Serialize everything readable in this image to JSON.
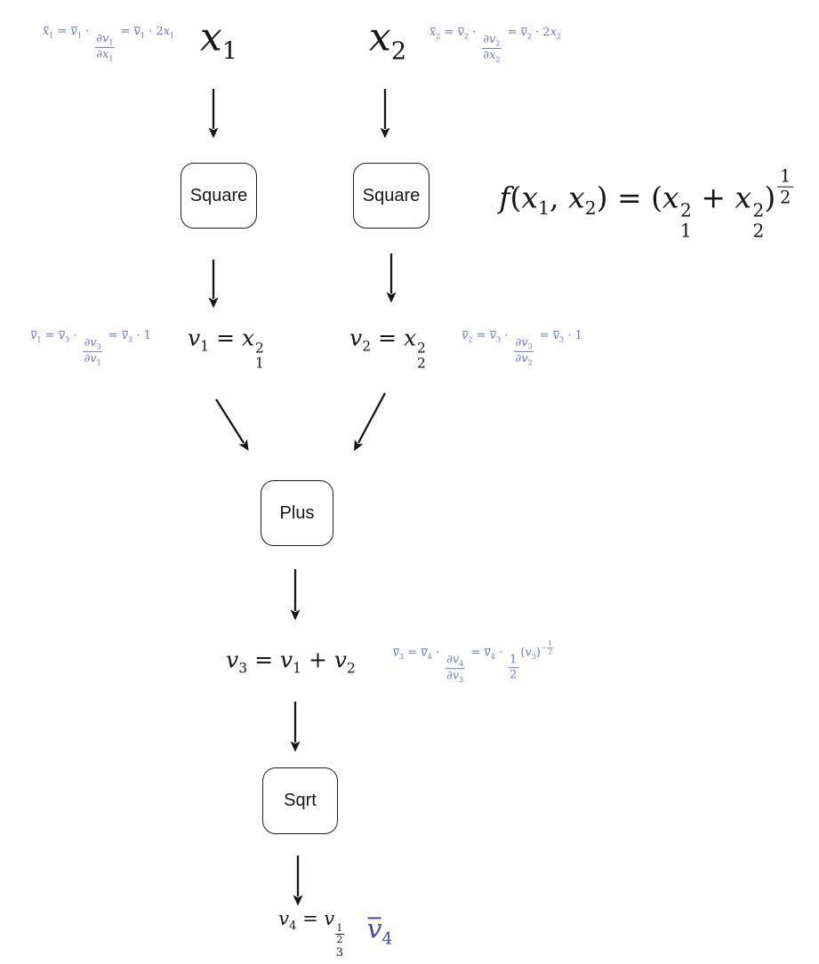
{
  "colors": {
    "ink": "#161616",
    "formula_blue": "#6f74c6",
    "result_blue": "#4247ba",
    "node_border": "#1c1c1c",
    "background": "#ffffff"
  },
  "nodes": {
    "square_left": {
      "label": "Square"
    },
    "square_right": {
      "label": "Square"
    },
    "plus": {
      "label": "Plus"
    },
    "sqrt": {
      "label": "Sqrt"
    }
  },
  "formulas": {
    "input_x1": {
      "text": "x₁",
      "tokens": [
        {
          "t": "m",
          "s": "x_1"
        }
      ]
    },
    "input_x2": {
      "text": "x₂",
      "tokens": [
        {
          "t": "m",
          "s": "x_2"
        }
      ]
    },
    "fn": {
      "text": "f(x₁, x₂) = (x₁² + x₂²)^(1/2)",
      "tokens": [
        {
          "t": "m",
          "s": "f(x_1, x_2) = (x"
        },
        {
          "t": "stack",
          "sup": "2",
          "sub": "1"
        },
        {
          "t": "m",
          "s": " + x"
        },
        {
          "t": "stack",
          "sup": "2",
          "sub": "2"
        },
        {
          "t": "m",
          "s": ")"
        },
        {
          "t": "supfrac",
          "n": "1",
          "d": "2"
        }
      ]
    },
    "v1": {
      "text": "v₁ = x₁²",
      "tokens": [
        {
          "t": "m",
          "s": "v_1 = x"
        },
        {
          "t": "stack",
          "sup": "2",
          "sub": "1"
        }
      ]
    },
    "v2": {
      "text": "v₂ = x₂²",
      "tokens": [
        {
          "t": "m",
          "s": "v_2 = x"
        },
        {
          "t": "stack",
          "sup": "2",
          "sub": "2"
        }
      ]
    },
    "v3": {
      "text": "v₃ = v₁ + v₂",
      "tokens": [
        {
          "t": "m",
          "s": "v_3 = v_1 + v_2"
        }
      ]
    },
    "v4": {
      "text": "v₄ = v₃^(1/2)",
      "tokens": [
        {
          "t": "m",
          "s": "v_4 = v"
        },
        {
          "t": "stack",
          "supfrac": {
            "n": "1",
            "d": "2"
          },
          "sub": "3"
        }
      ]
    },
    "v4_adjoint": {
      "text": "v̄₄",
      "tokens": [
        {
          "t": "m",
          "s": "@v_4"
        }
      ]
    },
    "adjoint_x1": {
      "text": "x̄₁ = v̄₁ · ∂v₁/∂x₁ = v̄₁ · 2x₁",
      "tokens": [
        {
          "t": "m",
          "s": "@x_1 = @v_1 · "
        },
        {
          "t": "frac",
          "n": "∂v_1",
          "d": "∂x_1"
        },
        {
          "t": "m",
          "s": " = @v_1 · 2x_1"
        }
      ]
    },
    "adjoint_x2": {
      "text": "x̄₂ = v̄₂ · ∂v₂/∂x₂ = v̄₂ · 2x₂",
      "tokens": [
        {
          "t": "m",
          "s": "@x_2 = @v_2 · "
        },
        {
          "t": "frac",
          "n": "∂v_2",
          "d": "∂x_2"
        },
        {
          "t": "m",
          "s": " = @v_2 · 2x_2"
        }
      ]
    },
    "adjoint_v1": {
      "text": "v̄₁ = v̄₃ · ∂v₃/∂v₁ = v̄₃ · 1",
      "tokens": [
        {
          "t": "m",
          "s": "@v_1 = @v_3 · "
        },
        {
          "t": "frac",
          "n": "∂v_3",
          "d": "∂v_1"
        },
        {
          "t": "m",
          "s": " = @v_3 · 1"
        }
      ]
    },
    "adjoint_v2": {
      "text": "v̄₂ = v̄₃ · ∂v₃/∂v₂ = v̄₃ · 1",
      "tokens": [
        {
          "t": "m",
          "s": "@v_2 = @v_3 · "
        },
        {
          "t": "frac",
          "n": "∂v_3",
          "d": "∂v_2"
        },
        {
          "t": "m",
          "s": " = @v_3 · 1"
        }
      ]
    },
    "adjoint_v3": {
      "text": "v̄₃ = v̄₄ · ∂v₄/∂v₃ = v̄₄ · ½(v₃)^(−½)",
      "tokens": [
        {
          "t": "m",
          "s": "@v_3 = @v_4 · "
        },
        {
          "t": "frac",
          "n": "∂v_4",
          "d": "∂v_3"
        },
        {
          "t": "m",
          "s": " = @v_4 · "
        },
        {
          "t": "frac",
          "n": "1",
          "d": "2"
        },
        {
          "t": "m",
          "s": "(v_3)"
        },
        {
          "t": "supfrac",
          "pre": "−",
          "n": "1",
          "d": "2"
        }
      ]
    }
  }
}
